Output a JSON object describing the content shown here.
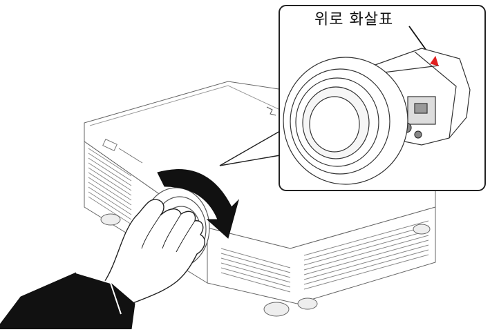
{
  "callout": {
    "label": "위로 화살표",
    "arrow_color": "#e02020"
  },
  "illustration": {
    "subject": "projector-lens-installation",
    "rotation_arrow": "clockwise",
    "line_color": "#555555",
    "arrow_fill": "#111111"
  }
}
